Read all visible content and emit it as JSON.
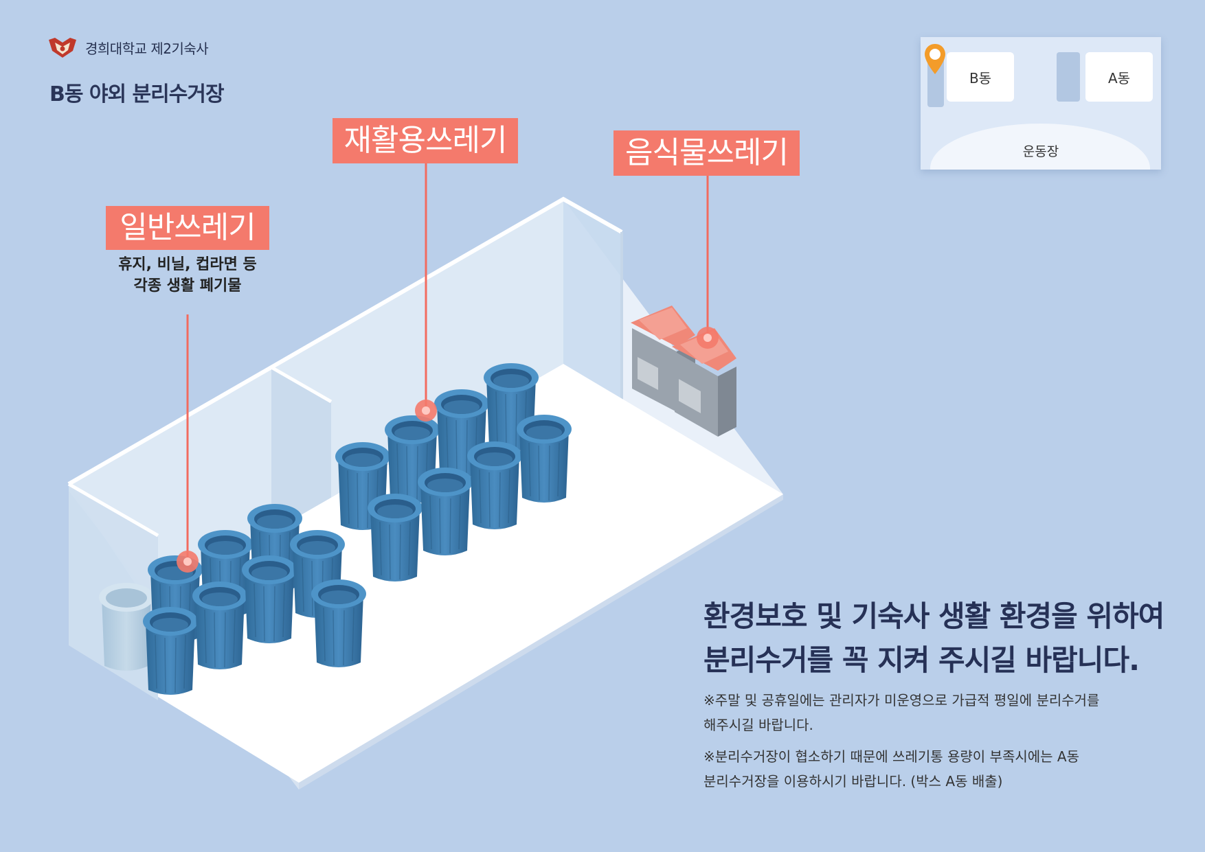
{
  "header": {
    "org_name": "경희대학교 제2기숙사",
    "title": "B동 야외 분리수거장"
  },
  "minimap": {
    "building_b": "B동",
    "building_a": "A동",
    "field": "운동장"
  },
  "bins": {
    "general": {
      "label": "일반쓰레기",
      "desc_line1": "휴지, 비닐, 컵라면 등",
      "desc_line2": "각종 생활 폐기물"
    },
    "recycle": {
      "label": "재활용쓰레기"
    },
    "food": {
      "label": "음식물쓰레기"
    }
  },
  "notice": {
    "headline_line1": "환경보호 및 기숙사 생활 환경을 위하여",
    "headline_line2": "분리수거를 꼭 지켜 주시길 바랍니다.",
    "note1_line1": "※주말 및 공휴일에는 관리자가 미운영으로 가급적 평일에  분리수거를",
    "note1_line2": "해주시길 바랍니다.",
    "note2_line1": "※분리수거장이 협소하기 때문에 쓰레기통 용량이 부족시에는 A동",
    "note2_line2": "분리수거장을 이용하시기 바랍니다. (박스 A동 배출)"
  },
  "colors": {
    "background": "#bacfea",
    "accent": "#f47a6c",
    "bin_blue": "#3a79a8",
    "title": "#2a3558",
    "pin": "#f39c2a"
  },
  "icons": {
    "logo": "university-crest-icon",
    "location": "location-pin-icon"
  }
}
